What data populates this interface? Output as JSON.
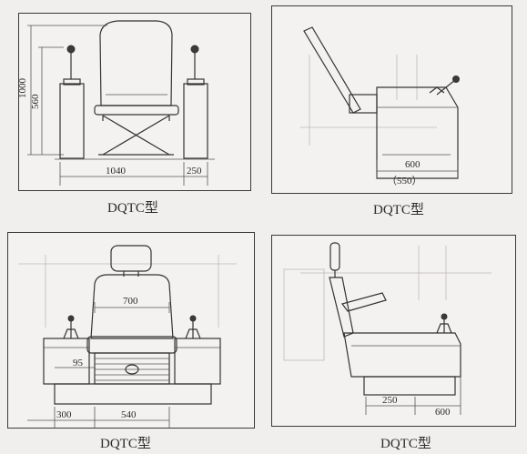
{
  "panels": [
    {
      "caption": "DQTC型",
      "dimensions": {
        "total_height": "1000",
        "seat_height": "560",
        "width": "1040",
        "side_width": "250"
      }
    },
    {
      "caption": "DQTC型",
      "dimensions": {
        "depth": "600",
        "depth_alt": "（550）"
      }
    },
    {
      "caption": "DQTC型",
      "dimensions": {
        "seat_width": "700",
        "armrest_height": "95",
        "side_offset": "300",
        "base_width": "540"
      }
    },
    {
      "caption": "DQTC型",
      "dimensions": {
        "step": "250",
        "depth": "600"
      }
    }
  ]
}
